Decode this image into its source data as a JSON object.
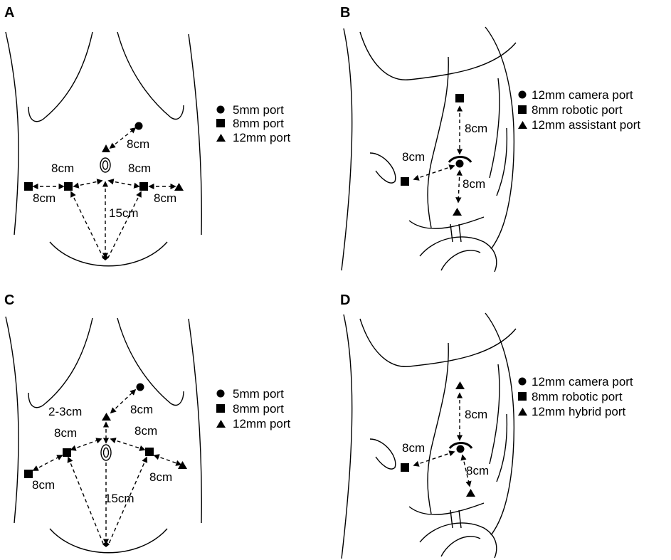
{
  "panels": [
    {
      "letter": "A",
      "legend": [
        "5mm port",
        "8mm port",
        "12mm port"
      ],
      "distances": [
        "8cm",
        "8cm",
        "8cm",
        "8cm",
        "8cm",
        "15cm"
      ]
    },
    {
      "letter": "B",
      "legend": [
        "12mm camera port",
        "8mm robotic port",
        "12mm assistant port"
      ],
      "distances": [
        "8cm",
        "8cm",
        "8cm"
      ]
    },
    {
      "letter": "C",
      "legend": [
        "5mm port",
        "8mm port",
        "12mm port"
      ],
      "distances": [
        "2-3cm",
        "8cm",
        "8cm",
        "8cm",
        "8cm",
        "8cm",
        "15cm"
      ]
    },
    {
      "letter": "D",
      "legend": [
        "12mm camera port",
        "8mm robotic port",
        "12mm hybrid port"
      ],
      "distances": [
        "8cm",
        "8cm",
        "8cm"
      ]
    }
  ]
}
